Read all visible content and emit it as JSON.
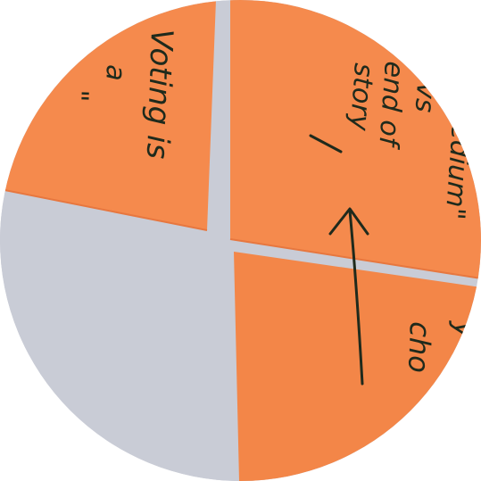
{
  "photo": {
    "background_color": "#c9ccd6",
    "note_color": "#f58a4d",
    "note_color_shadow": "#ee7f43",
    "ink_color": "#1f2a1c"
  },
  "notes": {
    "top_left": {
      "lines": [
        "Voting is",
        "a",
        "\""
      ]
    },
    "top_right": {
      "lines": [
        "\"medium\"",
        "vs",
        "end of",
        "story"
      ]
    },
    "bottom_right": {
      "lines": [
        "y",
        "cho"
      ]
    }
  }
}
